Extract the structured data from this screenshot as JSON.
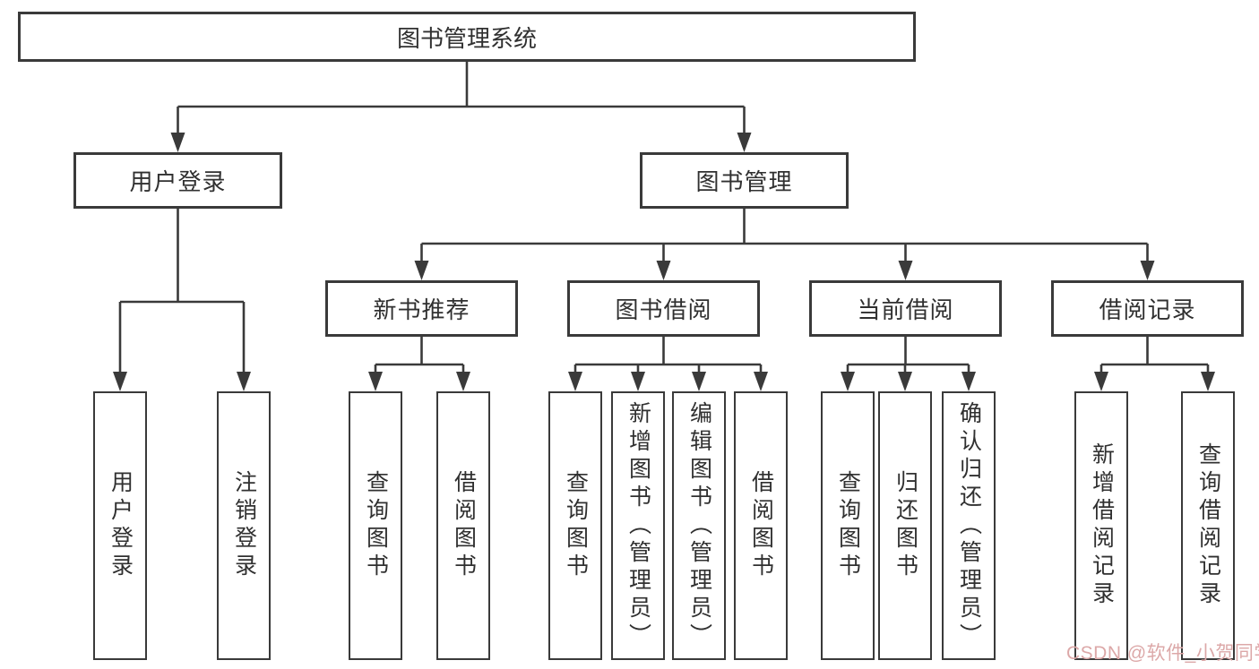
{
  "colors": {
    "line": "#3a3a3a",
    "box_border": "#3a3a3a",
    "text": "#303030",
    "background": "#ffffff",
    "watermark": "#dca8a8"
  },
  "tree": {
    "root": {
      "label": "图书管理系统"
    },
    "user_login": {
      "label": "用户登录",
      "children": [
        "用户登录",
        "注销登录"
      ]
    },
    "book_mgmt": {
      "label": "图书管理"
    },
    "new_book": {
      "label": "新书推荐",
      "children": [
        "查询图书",
        "借阅图书"
      ]
    },
    "book_borrow": {
      "label": "图书借阅",
      "children": [
        "查询图书",
        "新增图书（管理员）",
        "编辑图书（管理员）",
        "借阅图书"
      ]
    },
    "current_borrow": {
      "label": "当前借阅",
      "children": [
        "查询图书",
        "归还图书",
        "确认归还（管理员）"
      ]
    },
    "borrow_record": {
      "label": "借阅记录",
      "children": [
        "新增借阅记录",
        "查询借阅记录"
      ]
    }
  },
  "watermark": {
    "text": "CSDN @软件_小贺同学"
  }
}
